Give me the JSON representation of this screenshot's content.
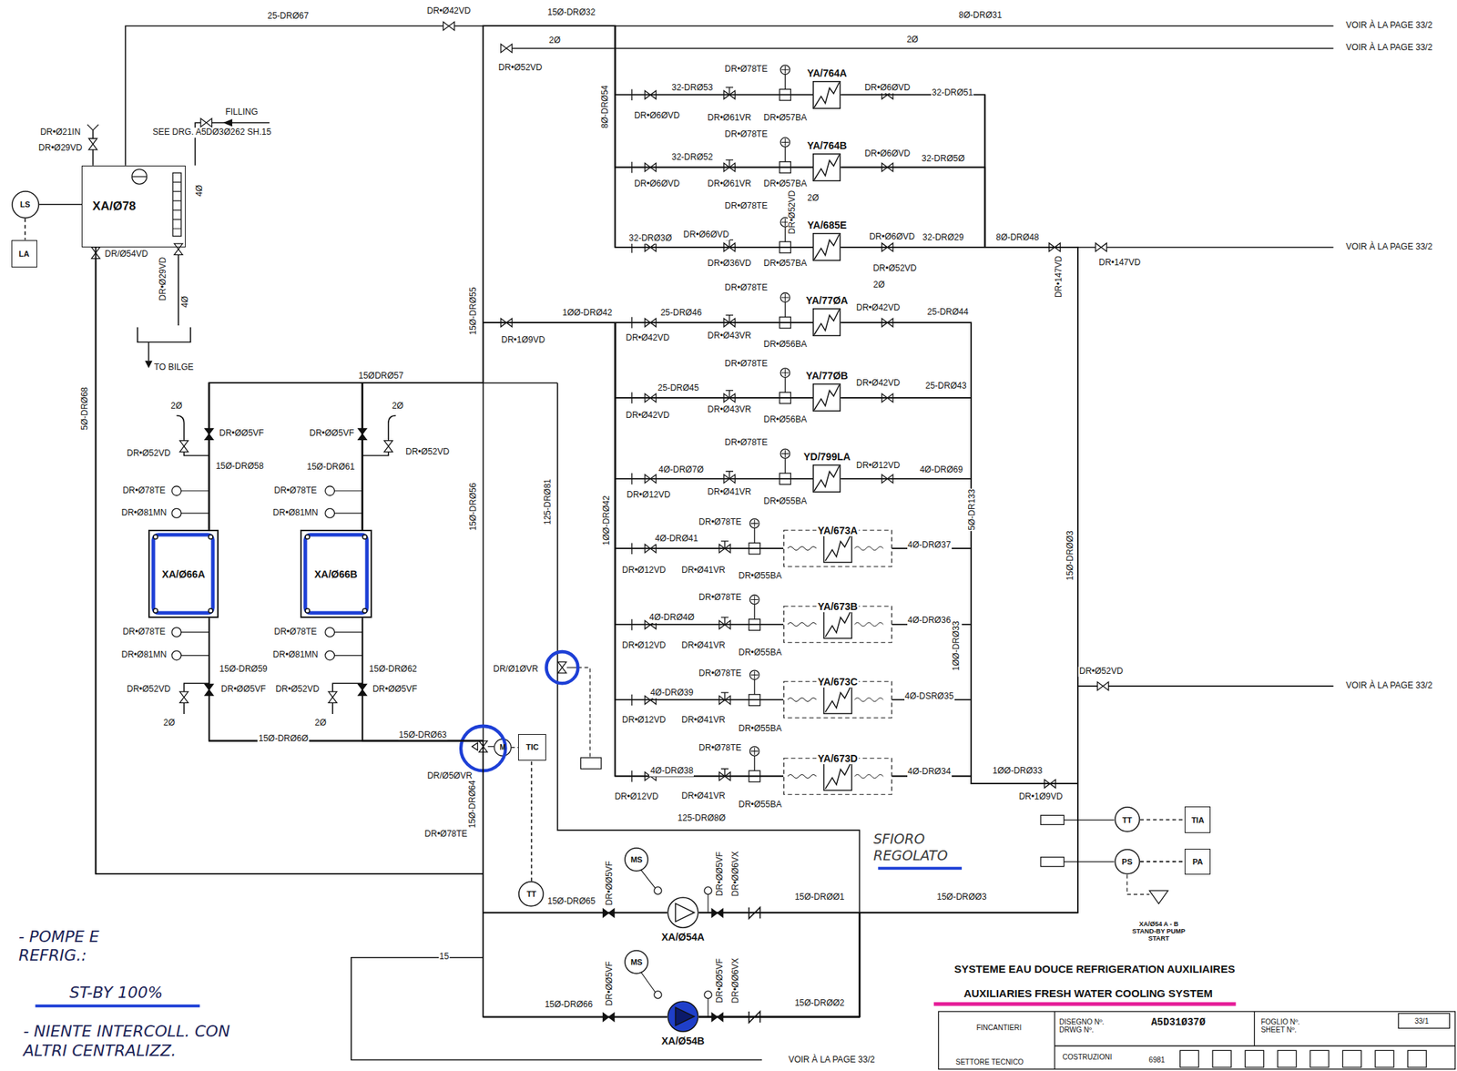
{
  "diagram": {
    "title": "SYSTEME EAU DOUCE REFRIGERATION AUXILIAIRES",
    "nodes": [
      {
        "text": [
          "XA/Ø78"
        ]
      },
      {
        "text": [
          "LS"
        ]
      },
      {
        "text": [
          "LA"
        ]
      },
      {
        "text": [
          "XA/Ø66A"
        ]
      },
      {
        "text": [
          "XA/Ø66B"
        ]
      },
      {
        "text": [
          "YA/764A"
        ]
      },
      {
        "text": [
          "YA/764B"
        ]
      },
      {
        "text": [
          "YA/685E"
        ]
      },
      {
        "text": [
          "YA/77ØA"
        ]
      },
      {
        "text": [
          "YA/77ØB"
        ]
      },
      {
        "text": [
          "YD/799LA"
        ]
      },
      {
        "text": [
          "YA/673A"
        ]
      },
      {
        "text": [
          "YA/673B"
        ]
      },
      {
        "text": [
          "YA/673C"
        ]
      },
      {
        "text": [
          "YA/673D"
        ]
      },
      {
        "text": [
          "TIC"
        ]
      },
      {
        "text": [
          "TT"
        ]
      },
      {
        "text": [
          "MS"
        ]
      },
      {
        "text": [
          "XA/Ø54A"
        ]
      },
      {
        "text": [
          "MS"
        ]
      },
      {
        "text": [
          "XA/Ø54B"
        ]
      },
      {
        "text": [
          "TT"
        ]
      },
      {
        "text": [
          "TIA"
        ]
      },
      {
        "text": [
          "PS"
        ]
      },
      {
        "text": [
          "PA"
        ]
      }
    ],
    "edges": [
      {
        "from": 0,
        "to": 18,
        "arrow": "none"
      },
      {
        "from": 0,
        "to": 20,
        "arrow": "none"
      },
      {
        "from": 3,
        "to": 18,
        "arrow": "none"
      },
      {
        "from": 3,
        "to": 20,
        "arrow": "none"
      },
      {
        "from": 4,
        "to": 18,
        "arrow": "none"
      },
      {
        "from": 4,
        "to": 20,
        "arrow": "none"
      },
      {
        "from": 18,
        "to": 5,
        "arrow": "none"
      },
      {
        "from": 18,
        "to": 6,
        "arrow": "none"
      },
      {
        "from": 18,
        "to": 7,
        "arrow": "none"
      },
      {
        "from": 18,
        "to": 8,
        "arrow": "none"
      },
      {
        "from": 18,
        "to": 9,
        "arrow": "none"
      },
      {
        "from": 18,
        "to": 10,
        "arrow": "none"
      },
      {
        "from": 18,
        "to": 11,
        "arrow": "none"
      },
      {
        "from": 18,
        "to": 12,
        "arrow": "none"
      },
      {
        "from": 18,
        "to": 13,
        "arrow": "none"
      },
      {
        "from": 18,
        "to": 14,
        "arrow": "none"
      },
      {
        "from": 20,
        "to": 5,
        "arrow": "none"
      },
      {
        "from": 20,
        "to": 6,
        "arrow": "none"
      },
      {
        "from": 20,
        "to": 7,
        "arrow": "none"
      },
      {
        "from": 20,
        "to": 8,
        "arrow": "none"
      },
      {
        "from": 20,
        "to": 9,
        "arrow": "none"
      },
      {
        "from": 20,
        "to": 10,
        "arrow": "none"
      },
      {
        "from": 20,
        "to": 11,
        "arrow": "none"
      },
      {
        "from": 20,
        "to": 12,
        "arrow": "none"
      },
      {
        "from": 20,
        "to": 13,
        "arrow": "none"
      },
      {
        "from": 20,
        "to": 14,
        "arrow": "none"
      },
      {
        "from": 5,
        "to": 3,
        "arrow": "none"
      },
      {
        "from": 5,
        "to": 4,
        "arrow": "none"
      },
      {
        "from": 6,
        "to": 3,
        "arrow": "none"
      },
      {
        "from": 6,
        "to": 4,
        "arrow": "none"
      },
      {
        "from": 7,
        "to": 3,
        "arrow": "none"
      },
      {
        "from": 7,
        "to": 4,
        "arrow": "none"
      },
      {
        "from": 8,
        "to": 3,
        "arrow": "none"
      },
      {
        "from": 8,
        "to": 4,
        "arrow": "none"
      },
      {
        "from": 9,
        "to": 3,
        "arrow": "none"
      },
      {
        "from": 9,
        "to": 4,
        "arrow": "none"
      },
      {
        "from": 10,
        "to": 3,
        "arrow": "none"
      },
      {
        "from": 10,
        "to": 4,
        "arrow": "none"
      },
      {
        "from": 11,
        "to": 3,
        "arrow": "none"
      },
      {
        "from": 11,
        "to": 4,
        "arrow": "none"
      },
      {
        "from": 12,
        "to": 3,
        "arrow": "none"
      },
      {
        "from": 12,
        "to": 4,
        "arrow": "none"
      },
      {
        "from": 13,
        "to": 3,
        "arrow": "none"
      },
      {
        "from": 13,
        "to": 4,
        "arrow": "none"
      },
      {
        "from": 14,
        "to": 3,
        "arrow": "none"
      },
      {
        "from": 14,
        "to": 4,
        "arrow": "none"
      },
      {
        "from": 1,
        "to": 2,
        "arrow": "none"
      },
      {
        "from": 16,
        "to": 15,
        "arrow": "none"
      },
      {
        "from": 21,
        "to": 22,
        "arrow": "none"
      },
      {
        "from": 23,
        "to": 24,
        "arrow": "none"
      }
    ],
    "labels": [
      "25-DRØ67",
      "DR•Ø42VD",
      "15Ø-DRØ32",
      "8Ø-DRØ31",
      "VOIR À LA PAGE 33/2",
      "VOIR À LA PAGE 33/2",
      "2Ø",
      "2Ø",
      "DR•Ø52VD",
      "8Ø-DRØ54",
      "DR•Ø78TE",
      "32-DRØ53",
      "DR•Ø6ØVD",
      "DR•Ø61VR",
      "DR•Ø57BA",
      "DR•Ø6ØVD",
      "32-DRØ51",
      "DR•Ø78TE",
      "32-DRØ52",
      "DR•Ø6ØVD",
      "DR•Ø61VR",
      "DR•Ø57BA",
      "DR•Ø6ØVD",
      "32-DRØ5Ø",
      "DR•Ø78TE",
      "DR•Ø52VD",
      "2Ø",
      "DR•Ø6ØVD",
      "32-DRØ3Ø",
      "DR•Ø36VD",
      "DR•Ø57BA",
      "DR•Ø6ØVD",
      "32-DRØ29",
      "DR•Ø52VD",
      "2Ø",
      "8Ø-DRØ48",
      "DR•147VD",
      "DR•147VD",
      "VOIR À LA PAGE 33/2",
      "DR•Ø78TE",
      "1ØØ-DRØ42",
      "25-DRØ46",
      "DR•1Ø9VD",
      "DR•Ø42VD",
      "DR•Ø43VR",
      "DR•Ø56BA",
      "DR•Ø42VD",
      "25-DRØ44",
      "DR•Ø78TE",
      "25-DRØ45",
      "DR•Ø42VD",
      "DR•Ø43VR",
      "DR•Ø56BA",
      "DR•Ø42VD",
      "25-DRØ43",
      "DR•Ø78TE",
      "4Ø-DRØ7Ø",
      "DR•Ø12VD",
      "DR•Ø41VR",
      "DR•Ø55BA",
      "DR•Ø12VD",
      "4Ø-DRØ69",
      "DR•Ø78TE",
      "4Ø-DRØ41",
      "DR•Ø12VD",
      "DR•Ø41VR",
      "DR•Ø55BA",
      "4Ø-DRØ37",
      "DR•Ø78TE",
      "4Ø-DRØ4Ø",
      "DR•Ø12VD",
      "DR•Ø41VR",
      "DR•Ø55BA",
      "4Ø-DRØ36",
      "DR•Ø78TE",
      "4Ø-DRØ39",
      "DR•Ø12VD",
      "DR•Ø41VR",
      "DR•Ø55BA",
      "4Ø-DSRØ35",
      "DR•Ø78TE",
      "4Ø-DRØ38",
      "DR•Ø12VD",
      "DR•Ø41VR",
      "DR•Ø55BA",
      "4Ø-DRØ34",
      "1ØØ-DRØ33",
      "DR•1Ø9VD",
      "5Ø-DR133",
      "1ØØ-DRØ33",
      "15Ø-DRØØ3",
      "1ØØ-DRØ42",
      "125-DRØ81",
      "15Ø-DRØ56",
      "15Ø-DRØ55",
      "5Ø-DRØ68",
      "15Ø-DRØ64",
      "DR•Ø52VD",
      "VOIR À LA PAGE 33/2",
      "DR•Ø21IN",
      "DR•Ø29VD",
      "FILLING",
      "SEE DRG. A5DØ3Ø262 SH.15",
      "4Ø",
      "DR/Ø54VD",
      "DR•Ø29VD",
      "4Ø",
      "TO BILGE",
      "15ØDRØ57",
      "2Ø",
      "2Ø",
      "DR•ØØ5VF",
      "DR•ØØ5VF",
      "DR•Ø52VD",
      "DR•Ø52VD",
      "15Ø-DRØ58",
      "15Ø-DRØ61",
      "DR•Ø78TE",
      "DR•Ø78TE",
      "DR•Ø81MN",
      "DR•Ø81MN",
      "DR•Ø78TE",
      "DR•Ø78TE",
      "DR•Ø81MN",
      "DR•Ø81MN",
      "15Ø-DRØ59",
      "15Ø-DRØ62",
      "DR•Ø52VD",
      "DR•ØØ5VF",
      "DR•Ø52VD",
      "DR•ØØ5VF",
      "2Ø",
      "2Ø",
      "15Ø-DRØ6Ø",
      "15Ø-DRØ63",
      "DR/Ø5ØVR",
      "M",
      "DR/Ø1ØVR",
      "DR•Ø78TE",
      "125-DRØ8Ø",
      "SFIORO REGOLATO",
      "DR•ØØ5VF",
      "DR•ØØ5VF",
      "DR•ØØ6VX",
      "15Ø-DRØ65",
      "15Ø-DRØØ1",
      "15Ø-DRØØ3",
      "15",
      "DR•ØØ5VF",
      "DR•ØØ5VF",
      "DR•ØØ6VX",
      "15Ø-DRØ66",
      "15Ø-DRØØ2",
      "VOIR À LA PAGE 33/2",
      "XA/Ø54 A - B STAND-BY PUMP START",
      "- POMPE E REFRIG.:",
      "ST-BY 100%",
      "- NIENTE INTERCOLL. CON ALTRI CENTRALIZZ.",
      "AUXILIARIES FRESH WATER COOLING SYSTEM",
      "FINCANTIERI",
      "DISEGNO Nº. DRWG Nº.",
      "A5D31Ø37Ø",
      "FOGLIO Nº. SHEET Nº.",
      "33/1",
      "COSTRUZIONI",
      "6981",
      "SETTORE TECNICO"
    ]
  }
}
